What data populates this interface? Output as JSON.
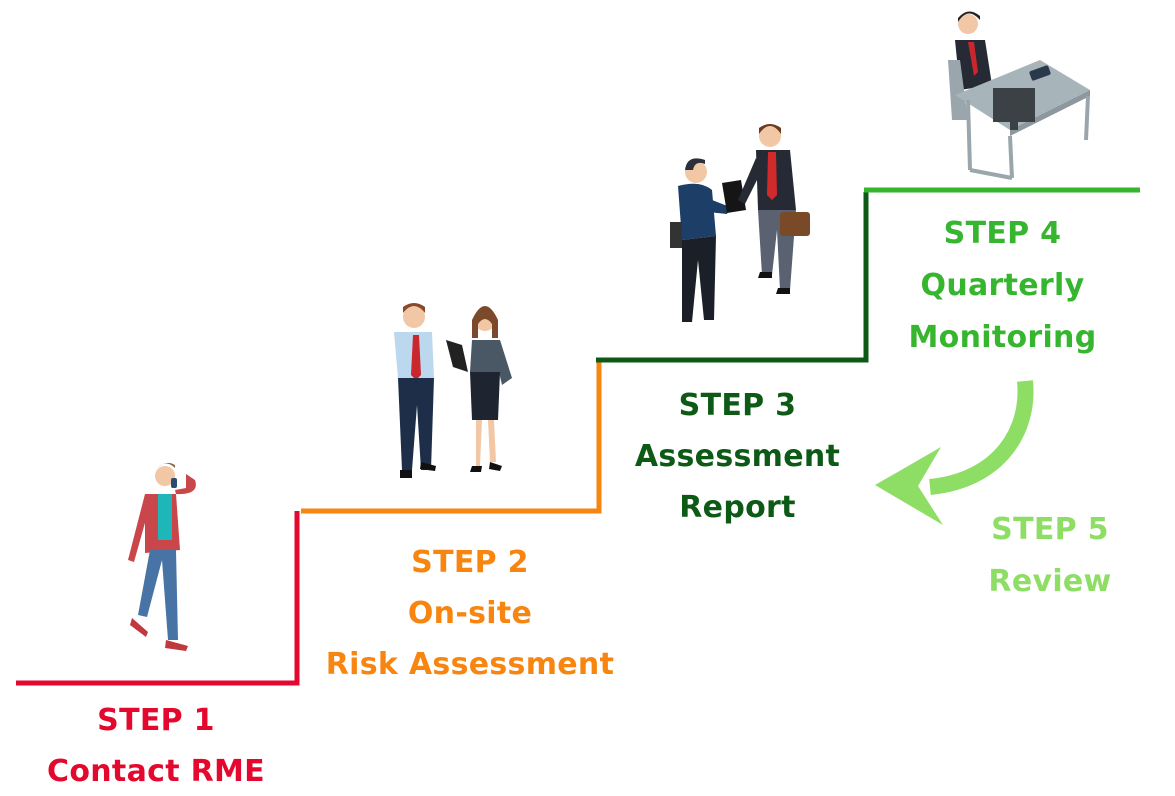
{
  "diagram": {
    "type": "staircase-process",
    "steps": [
      {
        "step": "STEP 1",
        "title": "Contact RME",
        "color": "#e4082f",
        "figure": "man-on-phone-walking"
      },
      {
        "step": "STEP 2",
        "title_lines": [
          "On-site",
          "Risk Assessment"
        ],
        "color": "#f7850f",
        "figure": "inspector-and-woman-with-clipboard"
      },
      {
        "step": "STEP 3",
        "title_lines": [
          "Assessment",
          "Report"
        ],
        "color": "#0d5a16",
        "figure": "two-businessmen-handover"
      },
      {
        "step": "STEP 4",
        "title_lines": [
          "Quarterly",
          "Monitoring"
        ],
        "color": "#36b52f",
        "figure": "man-at-desk"
      },
      {
        "step": "STEP 5",
        "title": "Review",
        "color": "#8ede66",
        "figure": "curved-return-arrow"
      }
    ]
  }
}
